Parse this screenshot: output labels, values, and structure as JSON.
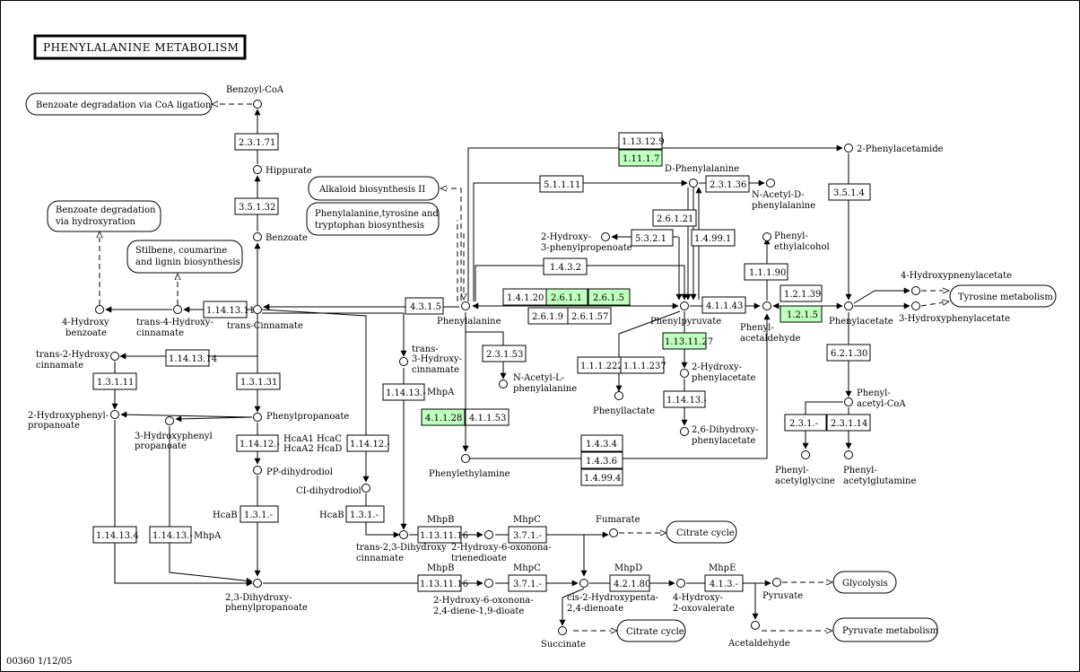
{
  "title": "PHENYLALANINE METABOLISM",
  "footer": "00360  1/12/05",
  "colors": {
    "highlight": "#bfffbf",
    "line": "#000000",
    "background": "#ffffff"
  },
  "pathways": {
    "benzoate_coa": "Benzoate degradation via CoA ligation",
    "benzoate_hydrox": [
      "Benzoate degradation",
      "via hydroxyration"
    ],
    "stilbene": [
      "Stilbene, coumarine",
      "and lignin biosynthesis"
    ],
    "alkaloid": "Alkaloid biosynthesis II",
    "phe_tyr_trp": [
      "Phenylalanine,tyrosine and",
      "tryptophan biosynthesis"
    ],
    "tyrosine": "Tyrosine metabolism",
    "citrate1": "Citrate cycle",
    "citrate2": "Citrate cycle",
    "glycolysis": "Glycolysis",
    "pyruvate": "Pyruvate metabolism"
  },
  "enzymes": {
    "e2_3_1_71": "2.3.1.71",
    "e3_5_1_32": "3.5.1.32",
    "e1_14_13_11": "1.14.13.11",
    "e4_3_1_5": "4.3.1.5",
    "e1_14_13_14": "1.14.13.14",
    "e1_3_1_11": "1.3.1.11",
    "e1_3_1_31": "1.3.1.31",
    "e1_14_12_a": "1.14.12.-",
    "e1_14_12_b": "1.14.12.-",
    "e1_3_1_a": "1.3.1.-",
    "e1_3_1_b": "1.3.1.-",
    "e1_14_13_4": "1.14.13.4",
    "e1_14_13_a": "1.14.13.-",
    "e1_14_13_b": "1.14.13.-",
    "e1_14_13_c": "1.14.13.-",
    "e4_1_1_28": "4.1.1.28",
    "e4_1_1_53": "4.1.1.53",
    "e1_13_12_9": "1.13.12.9",
    "e1_11_1_7": "1.11.1.7",
    "e5_1_1_11": "5.1.1.11",
    "e2_3_1_36": "2.3.1.36",
    "e2_6_1_21": "2.6.1.21",
    "e5_3_2_1": "5.3.2.1",
    "e1_4_99_1": "1.4.99.1",
    "e1_4_3_2": "1.4.3.2",
    "e1_4_1_20": "1.4.1.20",
    "e2_6_1_1": "2.6.1.1",
    "e2_6_1_5": "2.6.1.5",
    "e2_6_1_9": "2.6.1.9",
    "e2_6_1_57": "2.6.1.57",
    "e2_3_1_53": "2.3.1.53",
    "e4_1_1_43": "4.1.1.43",
    "e1_13_11_27": "1.13.11.27",
    "e1_1_1_222": "1.1.1.222",
    "e1_1_1_237": "1.1.1.237",
    "e1_1_1_90": "1.1.1.90",
    "e1_2_1_39": "1.2.1.39",
    "e1_2_1_5": "1.2.1.5",
    "e3_5_1_4": "3.5.1.4",
    "e6_2_1_30": "6.2.1.30",
    "e2_3_1_a": "2.3.1.-",
    "e2_3_1_14": "2.3.1.14",
    "e1_4_3_4": "1.4.3.4",
    "e1_4_3_6": "1.4.3.6",
    "e1_4_99_4": "1.4.99.4",
    "e1_13_11_16a": "1.13.11.16",
    "e1_13_11_16b": "1.13.11.16",
    "e3_7_1_a": "3.7.1.-",
    "e3_7_1_b": "3.7.1.-",
    "e4_2_1_80": "4.2.1.80",
    "e4_1_3_a": "4.1.3.-"
  },
  "compounds": {
    "benzoyl_coa": "Benzoyl-CoA",
    "hippurate": "Hippurate",
    "benzoate": "Benzoate",
    "hydroxybenzoate": [
      "4-Hydroxy",
      "benzoate"
    ],
    "t4hc": [
      "trans-4-Hydroxy-",
      "cinnamate"
    ],
    "t_cinnamate": "trans-Cinnamate",
    "t2hc": [
      "trans-2-Hydroxy",
      "cinnamate"
    ],
    "hydroxyphenylpropanoate2": [
      "2-Hydroxyphenyl-",
      "propanoate"
    ],
    "hydroxyphenylpropanoate3": [
      "3-Hydroxyphenyl",
      "propanoate"
    ],
    "phenylpropanoate": "Phenylpropanoate",
    "pp_dihydrodiol": "PP-dihydrodiol",
    "ci_dihydrodiol": "CI-dihydrodiol",
    "dihydroxyphenylpropanoate": [
      "2,3-Dihydroxy-",
      "phenylpropanoate"
    ],
    "t3hc": [
      "trans-",
      "3-Hydroxy-",
      "cinnamate"
    ],
    "dihydroxycinnamate": [
      "trans-2,3-Dihydroxy",
      "cinnamate"
    ],
    "phenylalanine": "Phenylalanine",
    "n_acetyl_l_phe": [
      "N-Acetyl-L-",
      "phenylalanine"
    ],
    "phenylethylamine": "Phenylethylamine",
    "d_phe": "D-Phenylalanine",
    "n_acetyl_d_phe": [
      "N-Acetyl-D-",
      "phenylalanine"
    ],
    "hydroxyphenylpropenoate": [
      "2-Hydroxy-",
      "3-phenylpropenoate"
    ],
    "phenylpyruvate": "Phenylpyruvate",
    "phenyllactate": "Phenyllactate",
    "hydroxyphenylacetate2": [
      "2-Hydroxy-",
      "phenylacetate"
    ],
    "dihydroxyphenylacetate": [
      "2,6-Dihydroxy-",
      "phenylacetate"
    ],
    "phenylethylalcohol": [
      "Phenyl-",
      "ethylalcohol"
    ],
    "phenylacetaldehyde": [
      "Phenyl-",
      "acetaldehyde"
    ],
    "phenylacetamide": "2-Phenylacetamide",
    "phenylacetate": "Phenylacetate",
    "hydroxyphenylacetate4": "4-Hydroxypnenylacetate",
    "hydroxyphenylacetate3": "3-Hydroxyphenylacetate",
    "phenylacetyl_coa": [
      "Phenyl-",
      "acetyl-CoA"
    ],
    "phenylacetylglycine": [
      "Phenyl-",
      "acetylglycine"
    ],
    "phenylacetylglutamine": [
      "Phenyl-",
      "acetylglutamine"
    ],
    "hydroxyoxonatrienedioate": [
      "2-Hydroxy-6-oxonona-",
      "trienedioate"
    ],
    "fumarate": "Fumarate",
    "hydroxyoxononadienedioate": [
      "2-Hydroxy-6-oxonona-",
      "2,4-diene-1,9-dioate"
    ],
    "cis_hydroxypentadienoate": [
      "cis-2-Hydroxypenta-",
      "2,4-dienoate"
    ],
    "succinate": "Succinate",
    "hydroxyoxovalerate": [
      "4-Hydroxy-",
      "2-oxovalerate"
    ],
    "pyruvate": "Pyruvate",
    "acetaldehyde": "Acetaldehyde"
  },
  "gene_labels": {
    "mhpa1": "MhpA",
    "mhpa2": "MhpA",
    "hca1": "HcaA1  HcaC",
    "hca2": "HcaA2  HcaD",
    "hcab1": "HcaB",
    "hcab2": "HcaB",
    "mhpb1": "MhpB",
    "mhpb2": "MhpB",
    "mhpc1": "MhpC",
    "mhpc2": "MhpC",
    "mhpd": "MhpD",
    "mhpe": "MhpE"
  }
}
